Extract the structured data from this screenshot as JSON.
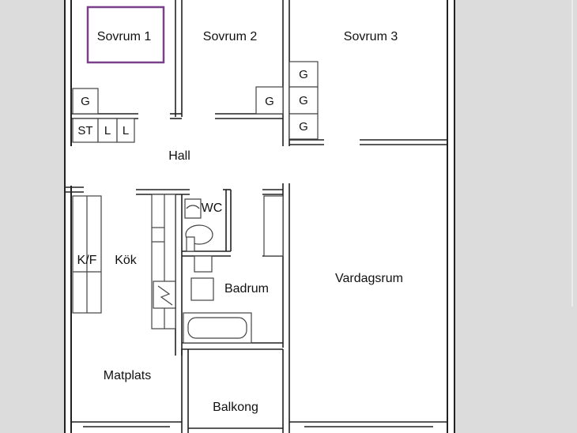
{
  "floorplan": {
    "rooms": {
      "sovrum1": "Sovrum 1",
      "sovrum2": "Sovrum 2",
      "sovrum3": "Sovrum 3",
      "hall": "Hall",
      "wc": "WC",
      "kok": "Kök",
      "badrum": "Badrum",
      "vardagsrum": "Vardagsrum",
      "matplats": "Matplats",
      "balkong": "Balkong"
    },
    "storage": {
      "g": "G",
      "st": "ST",
      "l": "L",
      "kf": "K/F"
    },
    "highlight_color": "#7b3f8c",
    "selected_room": "Sovrum 1"
  }
}
